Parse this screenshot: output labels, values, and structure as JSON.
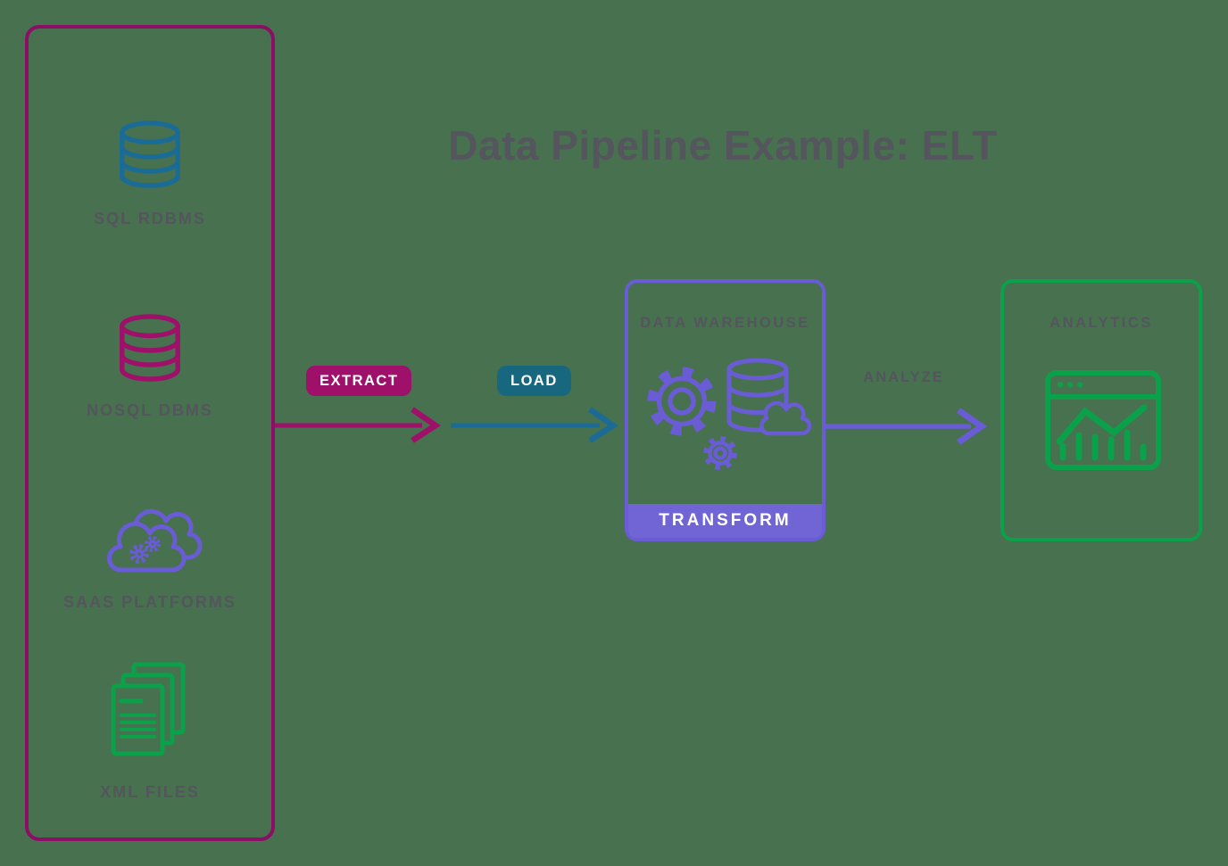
{
  "title": "Data Pipeline Example: ELT",
  "colors": {
    "bg": "#47714f",
    "magenta": "#8d0e66",
    "magentaBadge": "#9e1069",
    "teal": "#1b6b97",
    "tealBadge": "#17687f",
    "purple": "#6a5cd4",
    "purpleBar": "#7165d6",
    "green": "#0ba14a",
    "gray": "#54555d",
    "white": "#ffffff"
  },
  "sources": {
    "items": [
      {
        "label": "SQL RDBMS",
        "icon": "database-icon",
        "color": "#1b6b97"
      },
      {
        "label": "NOSQL DBMS",
        "icon": "database-icon",
        "color": "#9e1069"
      },
      {
        "label": "SAAS PLATFORMS",
        "icon": "cloud-gears-icon",
        "color": "#6a5cd4"
      },
      {
        "label": "XML FILES",
        "icon": "files-icon",
        "color": "#0ba14a"
      }
    ]
  },
  "pipeline": {
    "extract_label": "EXTRACT",
    "load_label": "LOAD",
    "analyze_label": "ANALYZE"
  },
  "warehouse": {
    "title": "DATA WAREHOUSE",
    "transform_label": "TRANSFORM",
    "icons": [
      "gear-icon",
      "database-cloud-icon",
      "small-gear-icon"
    ]
  },
  "analytics": {
    "title": "ANALYTICS",
    "icon": "dashboard-chart-icon"
  }
}
